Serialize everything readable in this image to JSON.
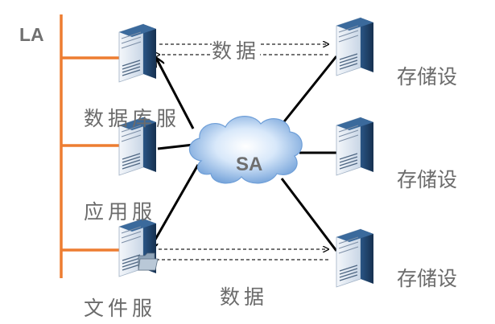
{
  "network": {
    "la_label": "LA",
    "sa_label": "SA"
  },
  "servers": {
    "database_label": "数据库服",
    "application_label": "应用服",
    "file_label": "文件服"
  },
  "storage": {
    "top_label": "存储设",
    "middle_label": "存储设",
    "bottom_label": "存储设"
  },
  "links": {
    "top_data_label": "数据",
    "bottom_data_label": "数据"
  },
  "colors": {
    "lan_line": "#ed7d31",
    "server_dark": "#1f3f66",
    "server_light": "#e8eef6",
    "cloud_light": "#ffffff",
    "cloud_mid": "#9cc3ee",
    "cloud_edge": "#5b8fd0"
  },
  "icons": {
    "server": "server-tower-icon",
    "storage": "storage-tower-icon",
    "cloud": "san-cloud-icon",
    "folder": "folder-icon"
  }
}
